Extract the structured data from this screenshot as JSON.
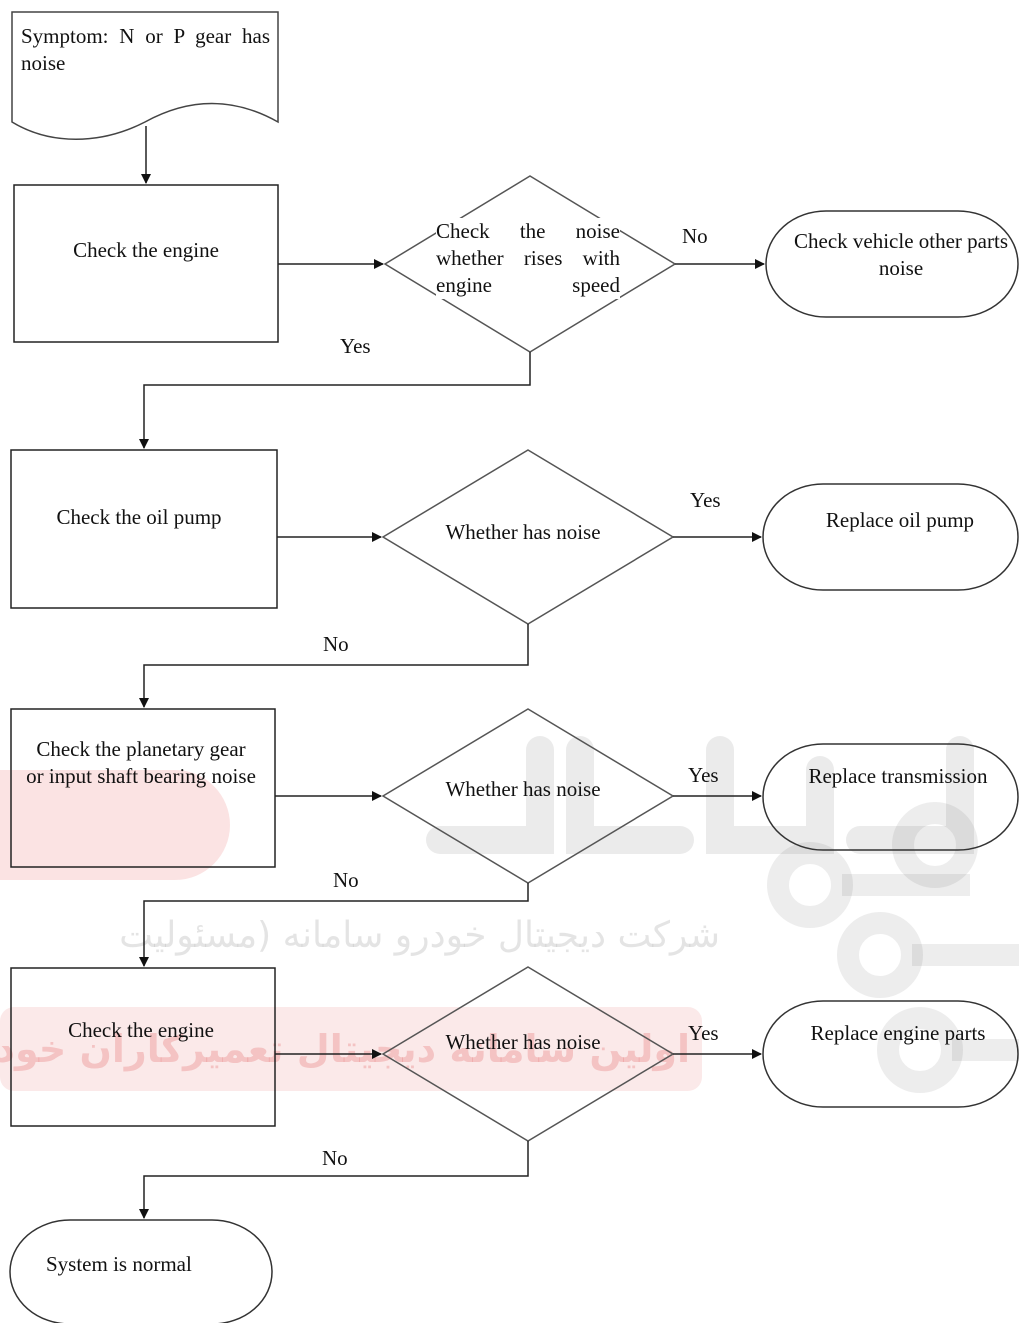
{
  "nodes": {
    "symptom": "Symptom: N or P gear has noise",
    "check_engine_1": "Check the engine",
    "decision_rises": "Check the noise whether rises with engine speed",
    "check_other_parts": "Check vehicle other parts noise",
    "check_oil_pump": "Check the oil pump",
    "decision_noise_1": "Whether has noise",
    "replace_oil_pump": "Replace oil pump",
    "check_planetary": "Check the planetary gear or input shaft bearing noise",
    "decision_noise_2": "Whether has noise",
    "replace_transmission": "Replace transmission",
    "check_engine_2": "Check the engine",
    "decision_noise_3": "Whether has noise",
    "replace_engine_parts": "Replace engine parts",
    "system_normal": "System is normal"
  },
  "edges": {
    "rises_no": "No",
    "rises_yes": "Yes",
    "noise1_yes": "Yes",
    "noise1_no": "No",
    "noise2_yes": "Yes",
    "noise2_no": "No",
    "noise3_yes": "Yes",
    "noise3_no": "No"
  },
  "watermark": {
    "subtitle": "شرکت دیجیتال خودرو سامانه (مسئولیت",
    "band": "اولین سامانه دیجیتال تعمیرکاران خودرو"
  }
}
